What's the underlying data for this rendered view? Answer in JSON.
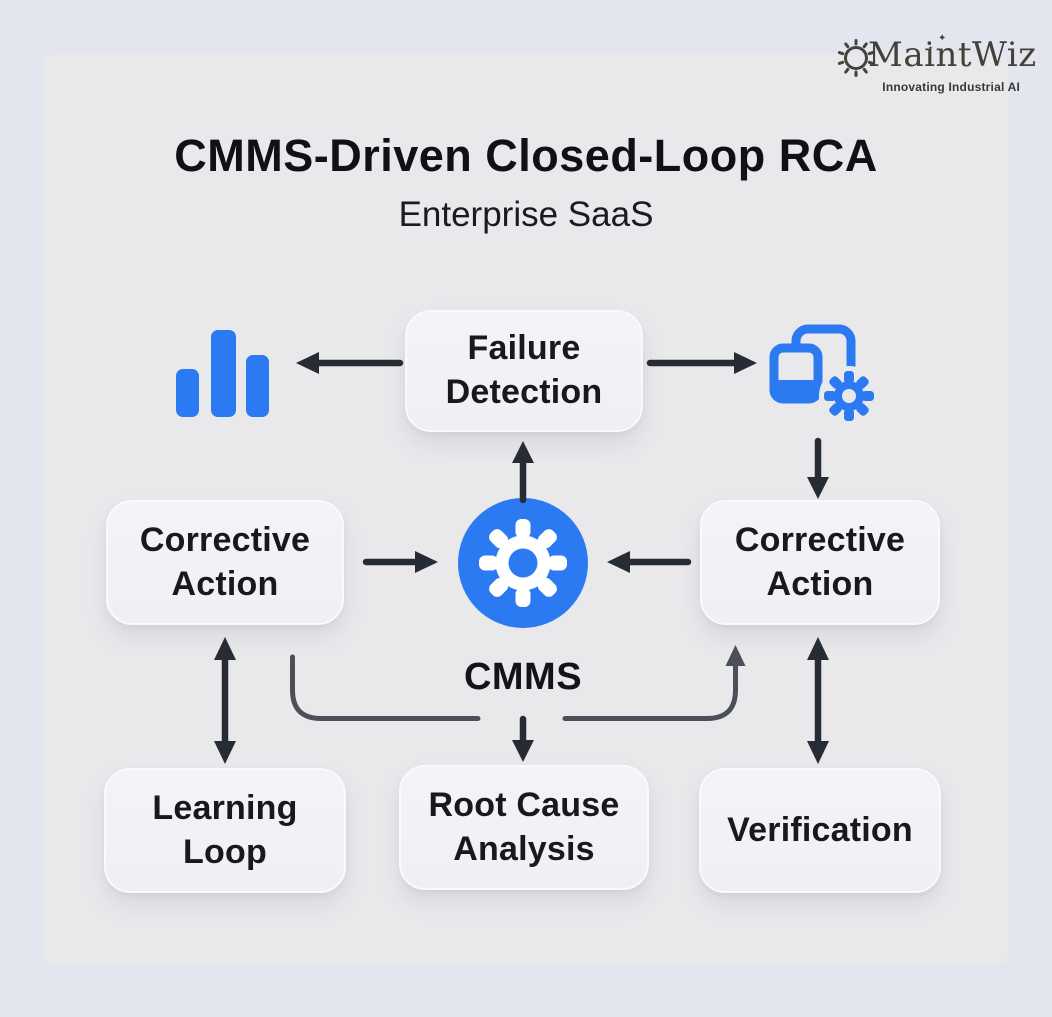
{
  "logo": {
    "name": "MaintWiz",
    "tagline": "Innovating Industrial AI",
    "sparkle_glyph": "✦"
  },
  "header": {
    "title": "CMMS-Driven Closed-Loop RCA",
    "subtitle": "Enterprise SaaS"
  },
  "center": {
    "label": "CMMS",
    "icon": "gear-in-circle"
  },
  "nodes": {
    "failure_detection": {
      "label": "Failure\nDetection"
    },
    "corrective_left": {
      "label": "Corrective\nAction"
    },
    "corrective_right": {
      "label": "Corrective\nAction"
    },
    "learning_loop": {
      "label": "Learning\nLoop"
    },
    "root_cause": {
      "label": "Root Cause\nAnalysis"
    },
    "verification": {
      "label": "Verification"
    }
  },
  "icons": {
    "logo_gear": "gear",
    "bar_chart": "bar-chart",
    "devices_gear": "devices-with-gear",
    "cmms_gear": "gear"
  },
  "connections": [
    "failure-detection -> bar-chart-icon",
    "failure-detection -> devices-gear-icon",
    "cmms -> failure-detection",
    "devices-gear-icon -> corrective-action-right",
    "corrective-action-left -> cmms",
    "corrective-action-right -> cmms",
    "corrective-action-left <-> learning-loop",
    "corrective-action-right <-> verification",
    "cmms -> root-cause-analysis",
    "loop -> corrective-action-right"
  ],
  "colors": {
    "accent_blue": "#2b7af2",
    "arrow_dark": "#272b33",
    "loop_gray": "#4b4f58",
    "background": "#e4e6ef",
    "panel": "#e9e9ec",
    "node_fill": "#f2f3f7",
    "text_dark": "#15171c",
    "logo_text": "#44403b"
  }
}
